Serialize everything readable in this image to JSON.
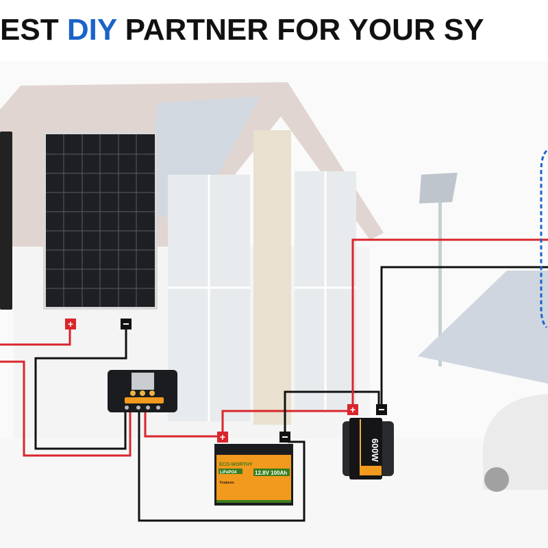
{
  "title": {
    "part1": "EST",
    "accent": "DIY",
    "part2": "PARTNER FOR YOUR SY"
  },
  "colors": {
    "accent": "#1a63c9",
    "positive_wire": "#d9252b",
    "negative_wire": "#111111",
    "battery": "#f29a1d",
    "battery_top": "#3a7d1e",
    "dashed_arrow": "#1a63c9"
  },
  "battery": {
    "brand": "ECO-WORTHY",
    "chemistry": "LiFePO4",
    "rating": "12.8V 100Ah",
    "features_heading": "Features"
  },
  "inverter": {
    "power": "600W"
  },
  "terminals": {
    "positive": "+",
    "negative": "−"
  }
}
